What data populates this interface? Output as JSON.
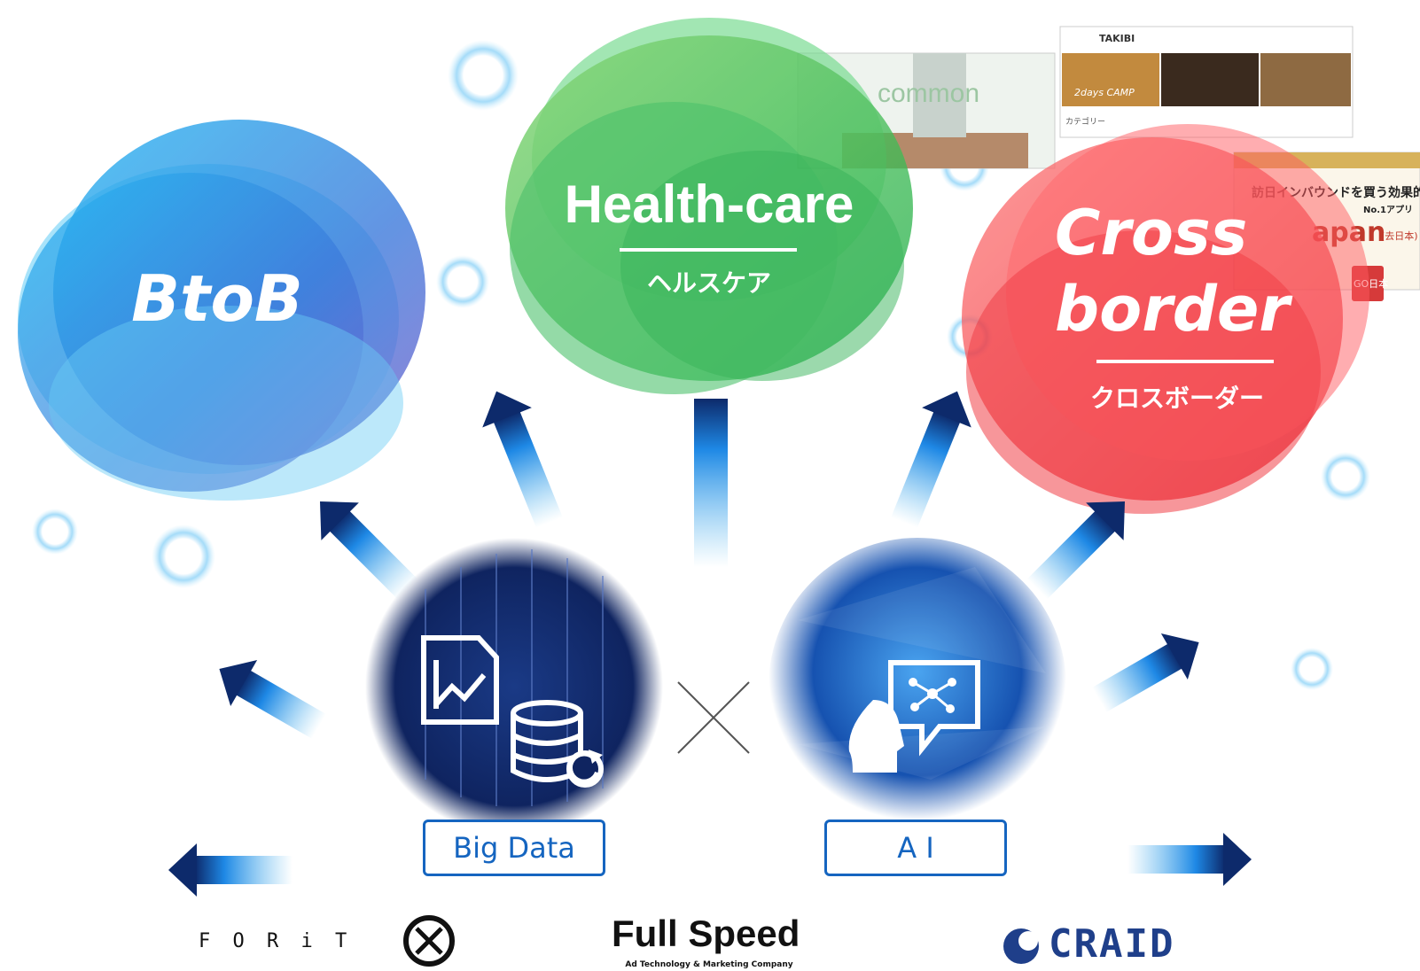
{
  "categories": {
    "btob": {
      "label": "BtoB"
    },
    "healthcare": {
      "label": "Health-care",
      "sublabel": "ヘルスケア"
    },
    "crossborder": {
      "label_line1": "Cross",
      "label_line2": "border",
      "sublabel": "クロスボーダー"
    }
  },
  "technologies": {
    "bigdata": {
      "label": "Big Data"
    },
    "ai": {
      "label": "A I"
    },
    "operator": "×"
  },
  "screenshots": {
    "common": {
      "brand": "common"
    },
    "takibi": {
      "brand": "TAKIBI",
      "caption": "2days CAMP",
      "category": "カテゴリー"
    },
    "gojapan": {
      "headline": "訪日インバウンドを買う効果的に!",
      "sub": "No.1アプリ",
      "brand_tail": "apan",
      "brand_note": "(去日本)",
      "badge": "GO日本"
    }
  },
  "logos": {
    "forit": "F O R i T",
    "fullspeed": "Full Speed",
    "fullspeed_tagline": "Ad Technology & Marketing Company",
    "craid": "CRAID"
  },
  "colors": {
    "blue": "#1e88e5",
    "green": "#2dbb4e",
    "red": "#f03a3a",
    "navy": "#0d2a6b"
  }
}
